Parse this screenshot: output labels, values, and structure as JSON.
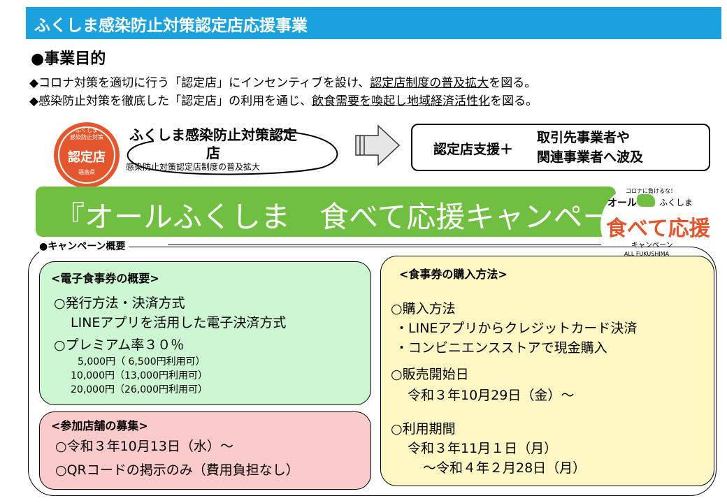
{
  "header": {
    "title": "ふくしま感染防止対策認定店応援事業"
  },
  "purpose": {
    "title": "●事業目的",
    "line1": {
      "pre": "◆コロナ対策を適切に行う「認定店」にインセンティブを設け、",
      "ul": "認定店制度の普及拡大",
      "post": "を図る。"
    },
    "line2": {
      "pre": "◆感染防止対策を徹底した「認定店」の利用を通じ、",
      "ul": "飲食需要を喚起し地域経済活性化",
      "post": "を図る。"
    }
  },
  "badge": {
    "line1": "ふくしま",
    "line2": "感染防止対策",
    "main": "認定店",
    "bottom": "福島県"
  },
  "store": {
    "name": "ふくしま感染防止対策認定店",
    "sub": "感染防止対策認定店制度の普及拡大"
  },
  "support": {
    "label1": "認定店支援＋",
    "label2a": "取引先事業者や",
    "label2b": "関連事業者へ波及"
  },
  "banner": {
    "title": "『オールふくしま　食べて応援キャンペーン』"
  },
  "logo": {
    "top": "コロナに負けるな！",
    "all": "オール",
    "fukushima": "ふくしま",
    "main": "食べて応援",
    "campaign": "キャンペーン",
    "bottom": "ALL FUKUSHIMA"
  },
  "overview": {
    "label": "●キャンペーン概要"
  },
  "ticket": {
    "title": "<電子食事券の概要>",
    "issue_label": "○発行方法・決済方式",
    "issue_value": "LINEアプリを活用した電子決済方式",
    "premium_label": "○プレミアム率３０％",
    "prices": [
      "5,000円（ 6,500円利用可）",
      "10,000円（13,000円利用可）",
      "20,000円（26,000円利用可）"
    ]
  },
  "recruit": {
    "title": "<参加店舗の募集>",
    "date": "○令和３年10月13日（水）～",
    "condition": "○QRコードの掲示のみ（費用負担なし）"
  },
  "purchase": {
    "title": "<食事券の購入方法>",
    "method_label": "○購入方法",
    "methods": [
      "・LINEアプリからクレジットカード決済",
      "・コンビニエンスストアで現金購入"
    ],
    "start_label": "○販売開始日",
    "start_value": "令和３年10月29日（金）～",
    "period_label": "○利用期間",
    "period_start": "令和３年11月１日（月）",
    "period_end": "～令和４年２月28日（月）"
  }
}
